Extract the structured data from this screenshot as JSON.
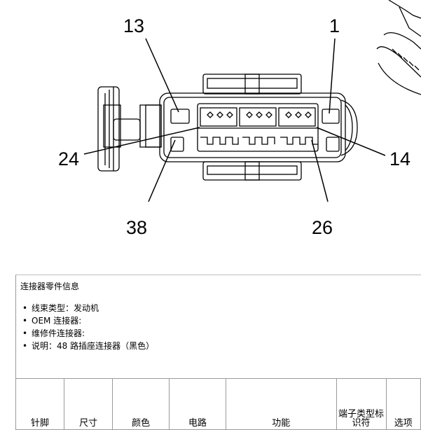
{
  "diagram": {
    "callouts": {
      "pin_13": "13",
      "pin_1": "1",
      "pin_24": "24",
      "pin_14": "14",
      "pin_38": "38",
      "pin_26": "26"
    }
  },
  "info": {
    "title": "连接器零件信息",
    "items": [
      "线束类型：发动机",
      "OEM 连接器:",
      "维修件连接器:",
      "说明：48 路插座连接器（黑色）"
    ]
  },
  "table": {
    "headers": [
      "针脚",
      "尺寸",
      "颜色",
      "电路",
      "功能",
      "端子类型标识符",
      "选项"
    ]
  },
  "colors": {
    "line": "#000000",
    "border": "#9a9a9a"
  }
}
